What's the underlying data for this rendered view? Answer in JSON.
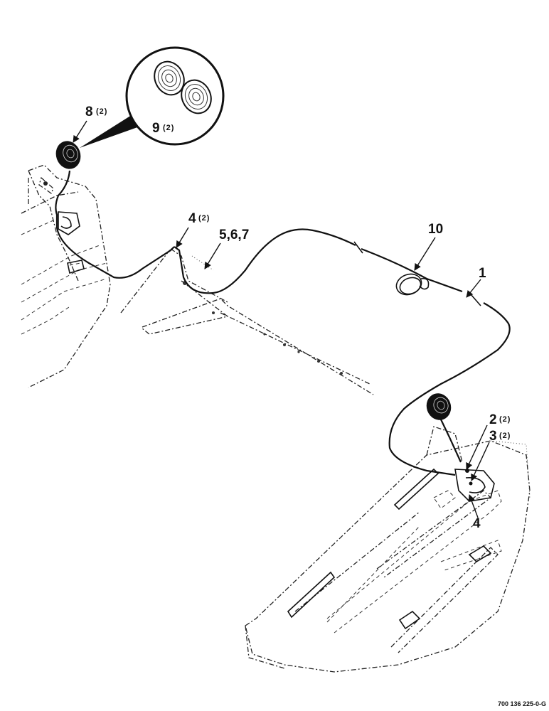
{
  "callouts": {
    "c8": {
      "num": "8",
      "qty": "(2)"
    },
    "c9": {
      "num": "9",
      "qty": "(2)"
    },
    "c4a": {
      "num": "4",
      "qty": "(2)"
    },
    "c567": {
      "num": "5,6,7"
    },
    "c10": {
      "num": "10"
    },
    "c1": {
      "num": "1"
    },
    "c2": {
      "num": "2",
      "qty": "(2)"
    },
    "c3": {
      "num": "3",
      "qty": "(2)"
    },
    "c4b": {
      "num": "4"
    }
  },
  "part_number": "700 136 225-0-G",
  "colors": {
    "line": "#111111",
    "background": "#ffffff"
  }
}
